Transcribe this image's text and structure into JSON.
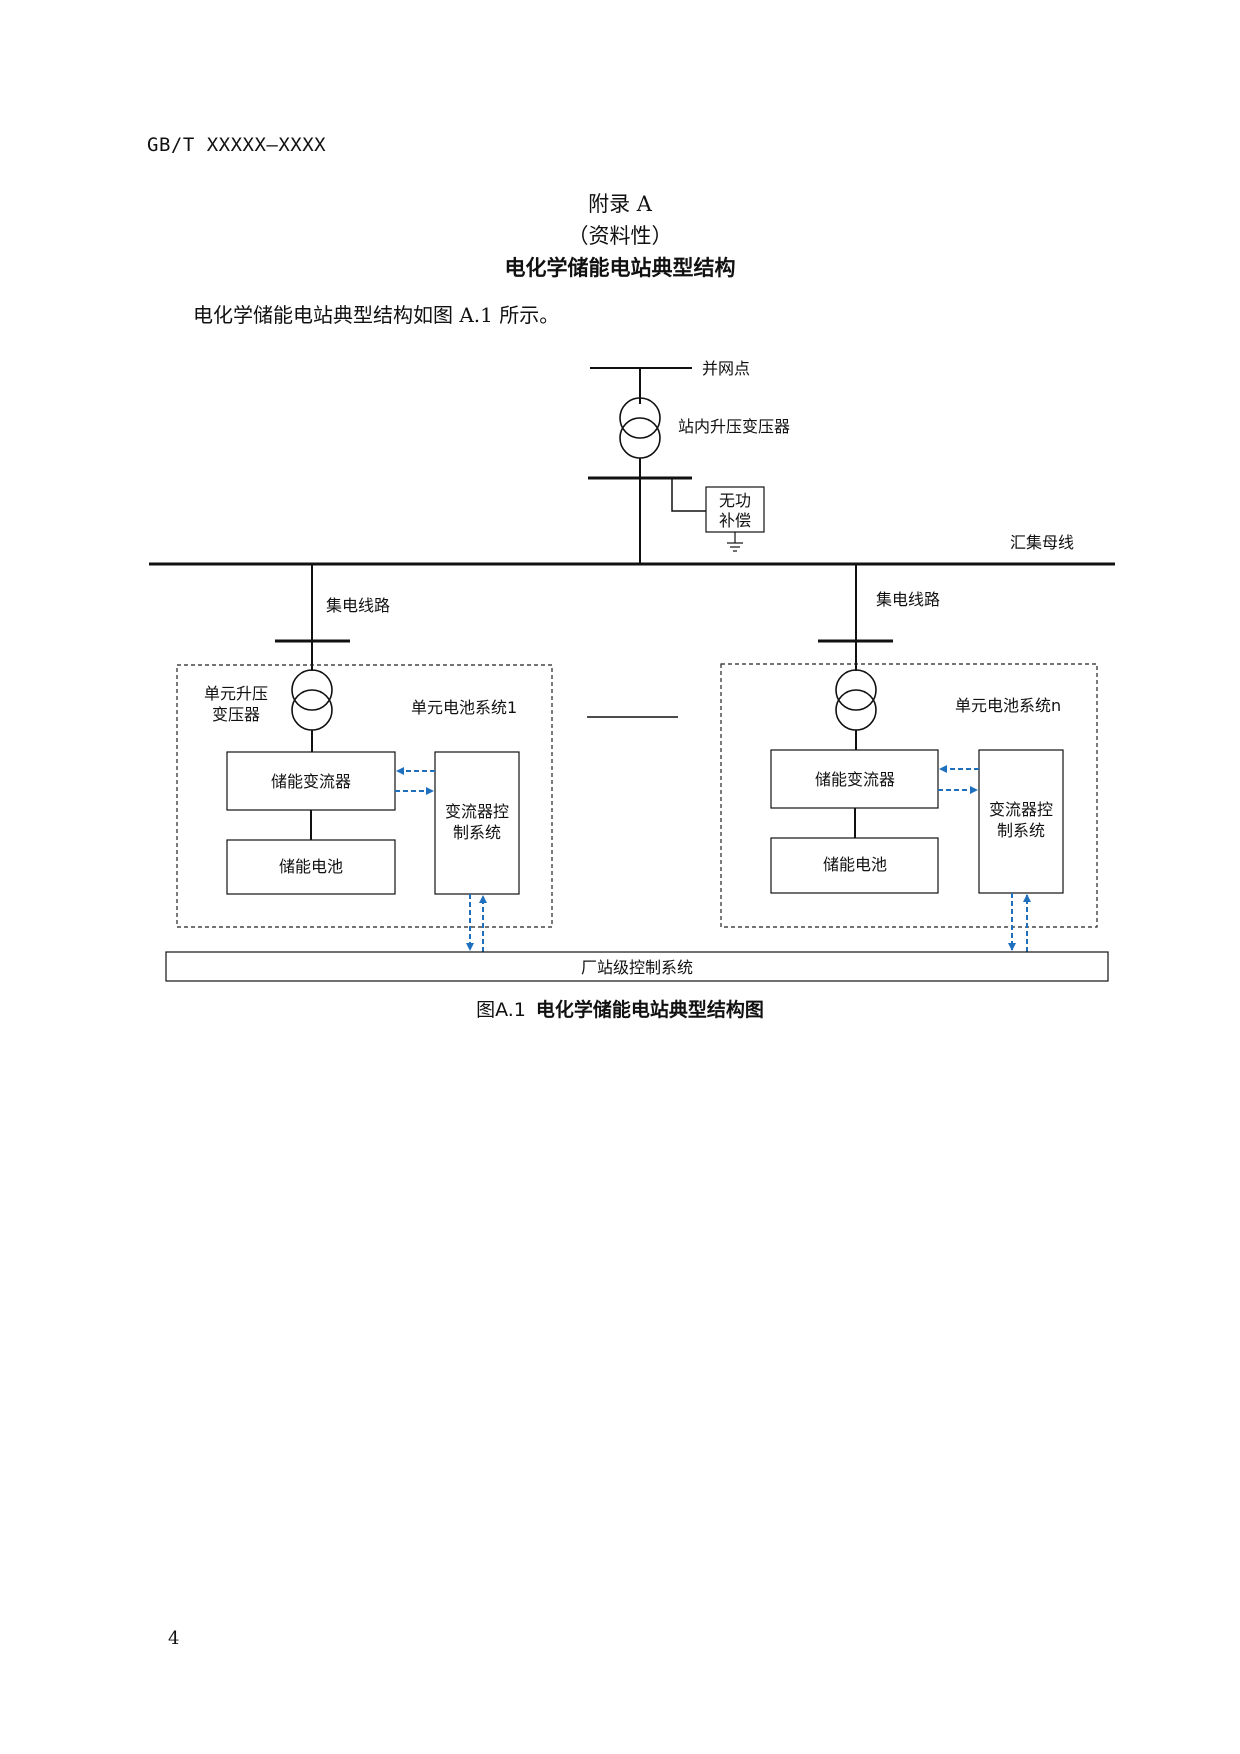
{
  "header": {
    "doc_code": "GB/T XXXXX—XXXX"
  },
  "appendix": {
    "title": "附录  A",
    "subtitle": "（资料性）",
    "heading": "电化学储能电站典型结构"
  },
  "intro_text": "电化学储能电站典型结构如图 A.1 所示。",
  "diagram": {
    "grid_point": "并网点",
    "station_transformer": "站内升压变压器",
    "reactive_comp_line1": "无功",
    "reactive_comp_line2": "补偿",
    "collector_bus": "汇集母线",
    "feeder_left": "集电线路",
    "feeder_right": "集电线路",
    "unit_transformer_line1": "单元升压",
    "unit_transformer_line2": "变压器",
    "unit_system_1": "单元电池系统1",
    "unit_system_n": "单元电池系统n",
    "pcs_left": "储能变流器",
    "pcs_right": "储能变流器",
    "battery_left": "储能电池",
    "battery_right": "储能电池",
    "ctrl_left_line1": "变流器控",
    "ctrl_left_line2": "制系统",
    "ctrl_right_line1": "变流器控",
    "ctrl_right_line2": "制系统",
    "plant_control": "厂站级控制系统",
    "link_color": "#1f6fbf"
  },
  "figure": {
    "number": "图A.1",
    "title": "电化学储能电站典型结构图"
  },
  "page_number": "4"
}
